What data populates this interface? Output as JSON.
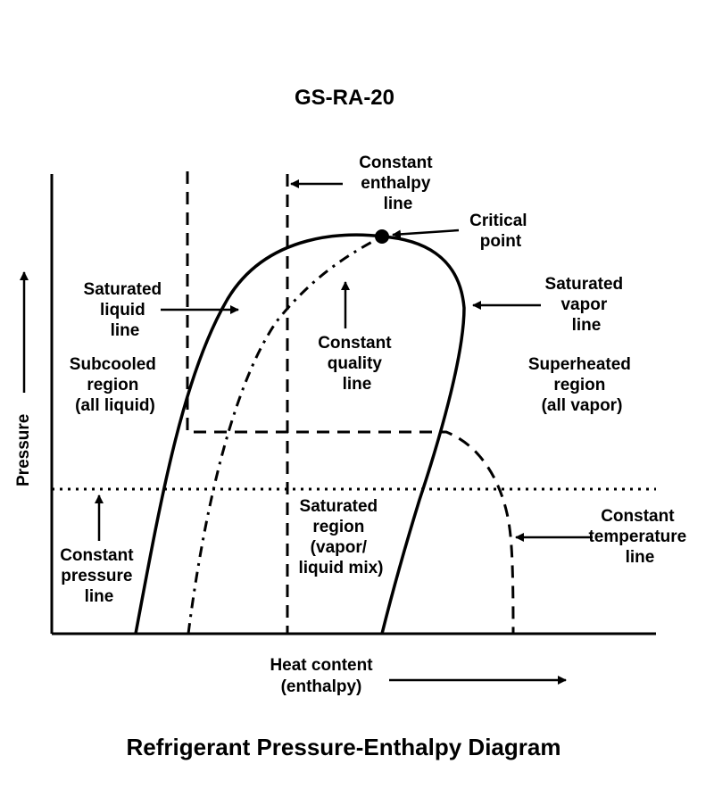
{
  "header": {
    "code": "GS-RA-20"
  },
  "axes": {
    "y_label": "Pressure",
    "x_label_line1": "Heat content",
    "x_label_line2": "(enthalpy)"
  },
  "labels": {
    "constant_enthalpy_line": [
      "Constant",
      "enthalpy",
      "line"
    ],
    "critical_point": [
      "Critical",
      "point"
    ],
    "saturated_liquid_line": [
      "Saturated",
      "liquid",
      "line"
    ],
    "saturated_vapor_line": [
      "Saturated",
      "vapor",
      "line"
    ],
    "constant_quality_line": [
      "Constant",
      "quality",
      "line"
    ],
    "subcooled_region": [
      "Subcooled",
      "region",
      "(all liquid)"
    ],
    "superheated_region": [
      "Superheated",
      "region",
      "(all vapor)"
    ],
    "saturated_region": [
      "Saturated",
      "region",
      "(vapor/",
      "liquid mix)"
    ],
    "constant_temperature_line": [
      "Constant",
      "temperature",
      "line"
    ],
    "constant_pressure_line": [
      "Constant",
      "pressure",
      "line"
    ]
  },
  "footer": {
    "caption": "Refrigerant Pressure-Enthalpy Diagram"
  },
  "colors": {
    "ink": "#000000",
    "background": "#ffffff"
  }
}
